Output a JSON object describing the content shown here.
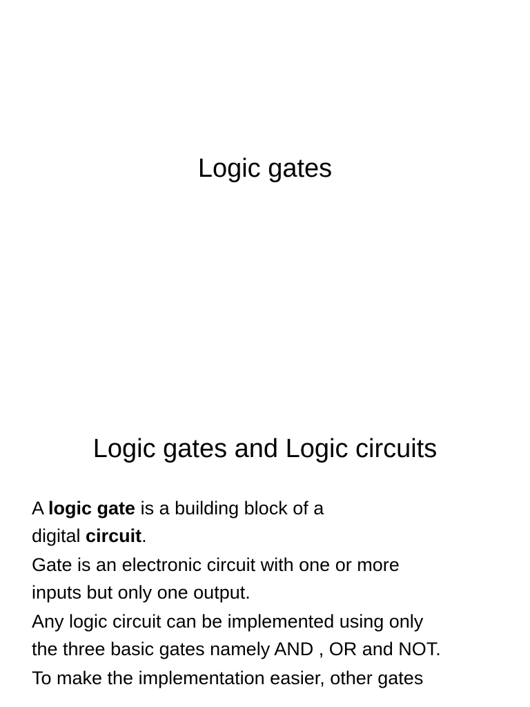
{
  "slide1": {
    "title": "Logic gates"
  },
  "slide2": {
    "title": "Logic gates and Logic circuits",
    "p1": {
      "a": "A ",
      "b_bold": "logic gate",
      "c": " is a building block of a",
      "d": "digital ",
      "e_bold": "circuit",
      "f": "."
    },
    "p2": {
      "line1": "Gate is an electronic circuit with one or more",
      "line2": "inputs but only one output."
    },
    "p3": {
      "line1": "Any logic circuit can be implemented using only",
      "line2": "the three basic gates namely AND , OR and NOT."
    },
    "p4": {
      "line1": "To make the implementation easier, other gates"
    }
  }
}
